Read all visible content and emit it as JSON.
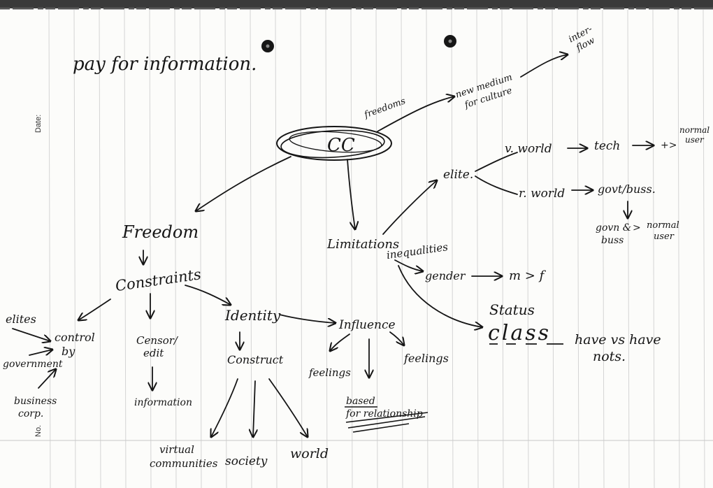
{
  "paper": {
    "date_label": "Date:",
    "no_label": "No."
  },
  "note": {
    "header_text": "pay for information."
  },
  "nodes": {
    "center": "CC",
    "freedom": "Freedom",
    "constraints": "Constraints",
    "control_by": "control\nby",
    "elites_left": "elites",
    "government": "government",
    "business_corp": "business\ncorp.",
    "censor_edit": "Censor/\nedit",
    "information": "information",
    "identity": "Identity",
    "construct": "Construct",
    "virtual_communities": "virtual\ncommunities",
    "society": "society",
    "world": "world",
    "influence": "Influence",
    "feelings_left": "feelings",
    "feelings_right": "feelings",
    "based_for_relationship": "based\nfor relationship",
    "limitations": "Limitations",
    "inequalities": "inequalities",
    "gender": "gender",
    "m_gt_f": "m > f",
    "status": "Status",
    "class_label": "class",
    "have_vs_have_nots": "have vs have\nnots.",
    "elite": "elite.",
    "v_world": "v. world",
    "tech": "tech",
    "normal_user_top": "normal\nuser",
    "r_world": "r. world",
    "govt_buss": "govt/buss.",
    "govn_buss": "govn &\nbuss",
    "normal_user_bottom": "normal\nuser",
    "freedoms": "freedoms",
    "new_medium": "new medium\nfor culture",
    "inter_flow": "inter-\nflow"
  }
}
